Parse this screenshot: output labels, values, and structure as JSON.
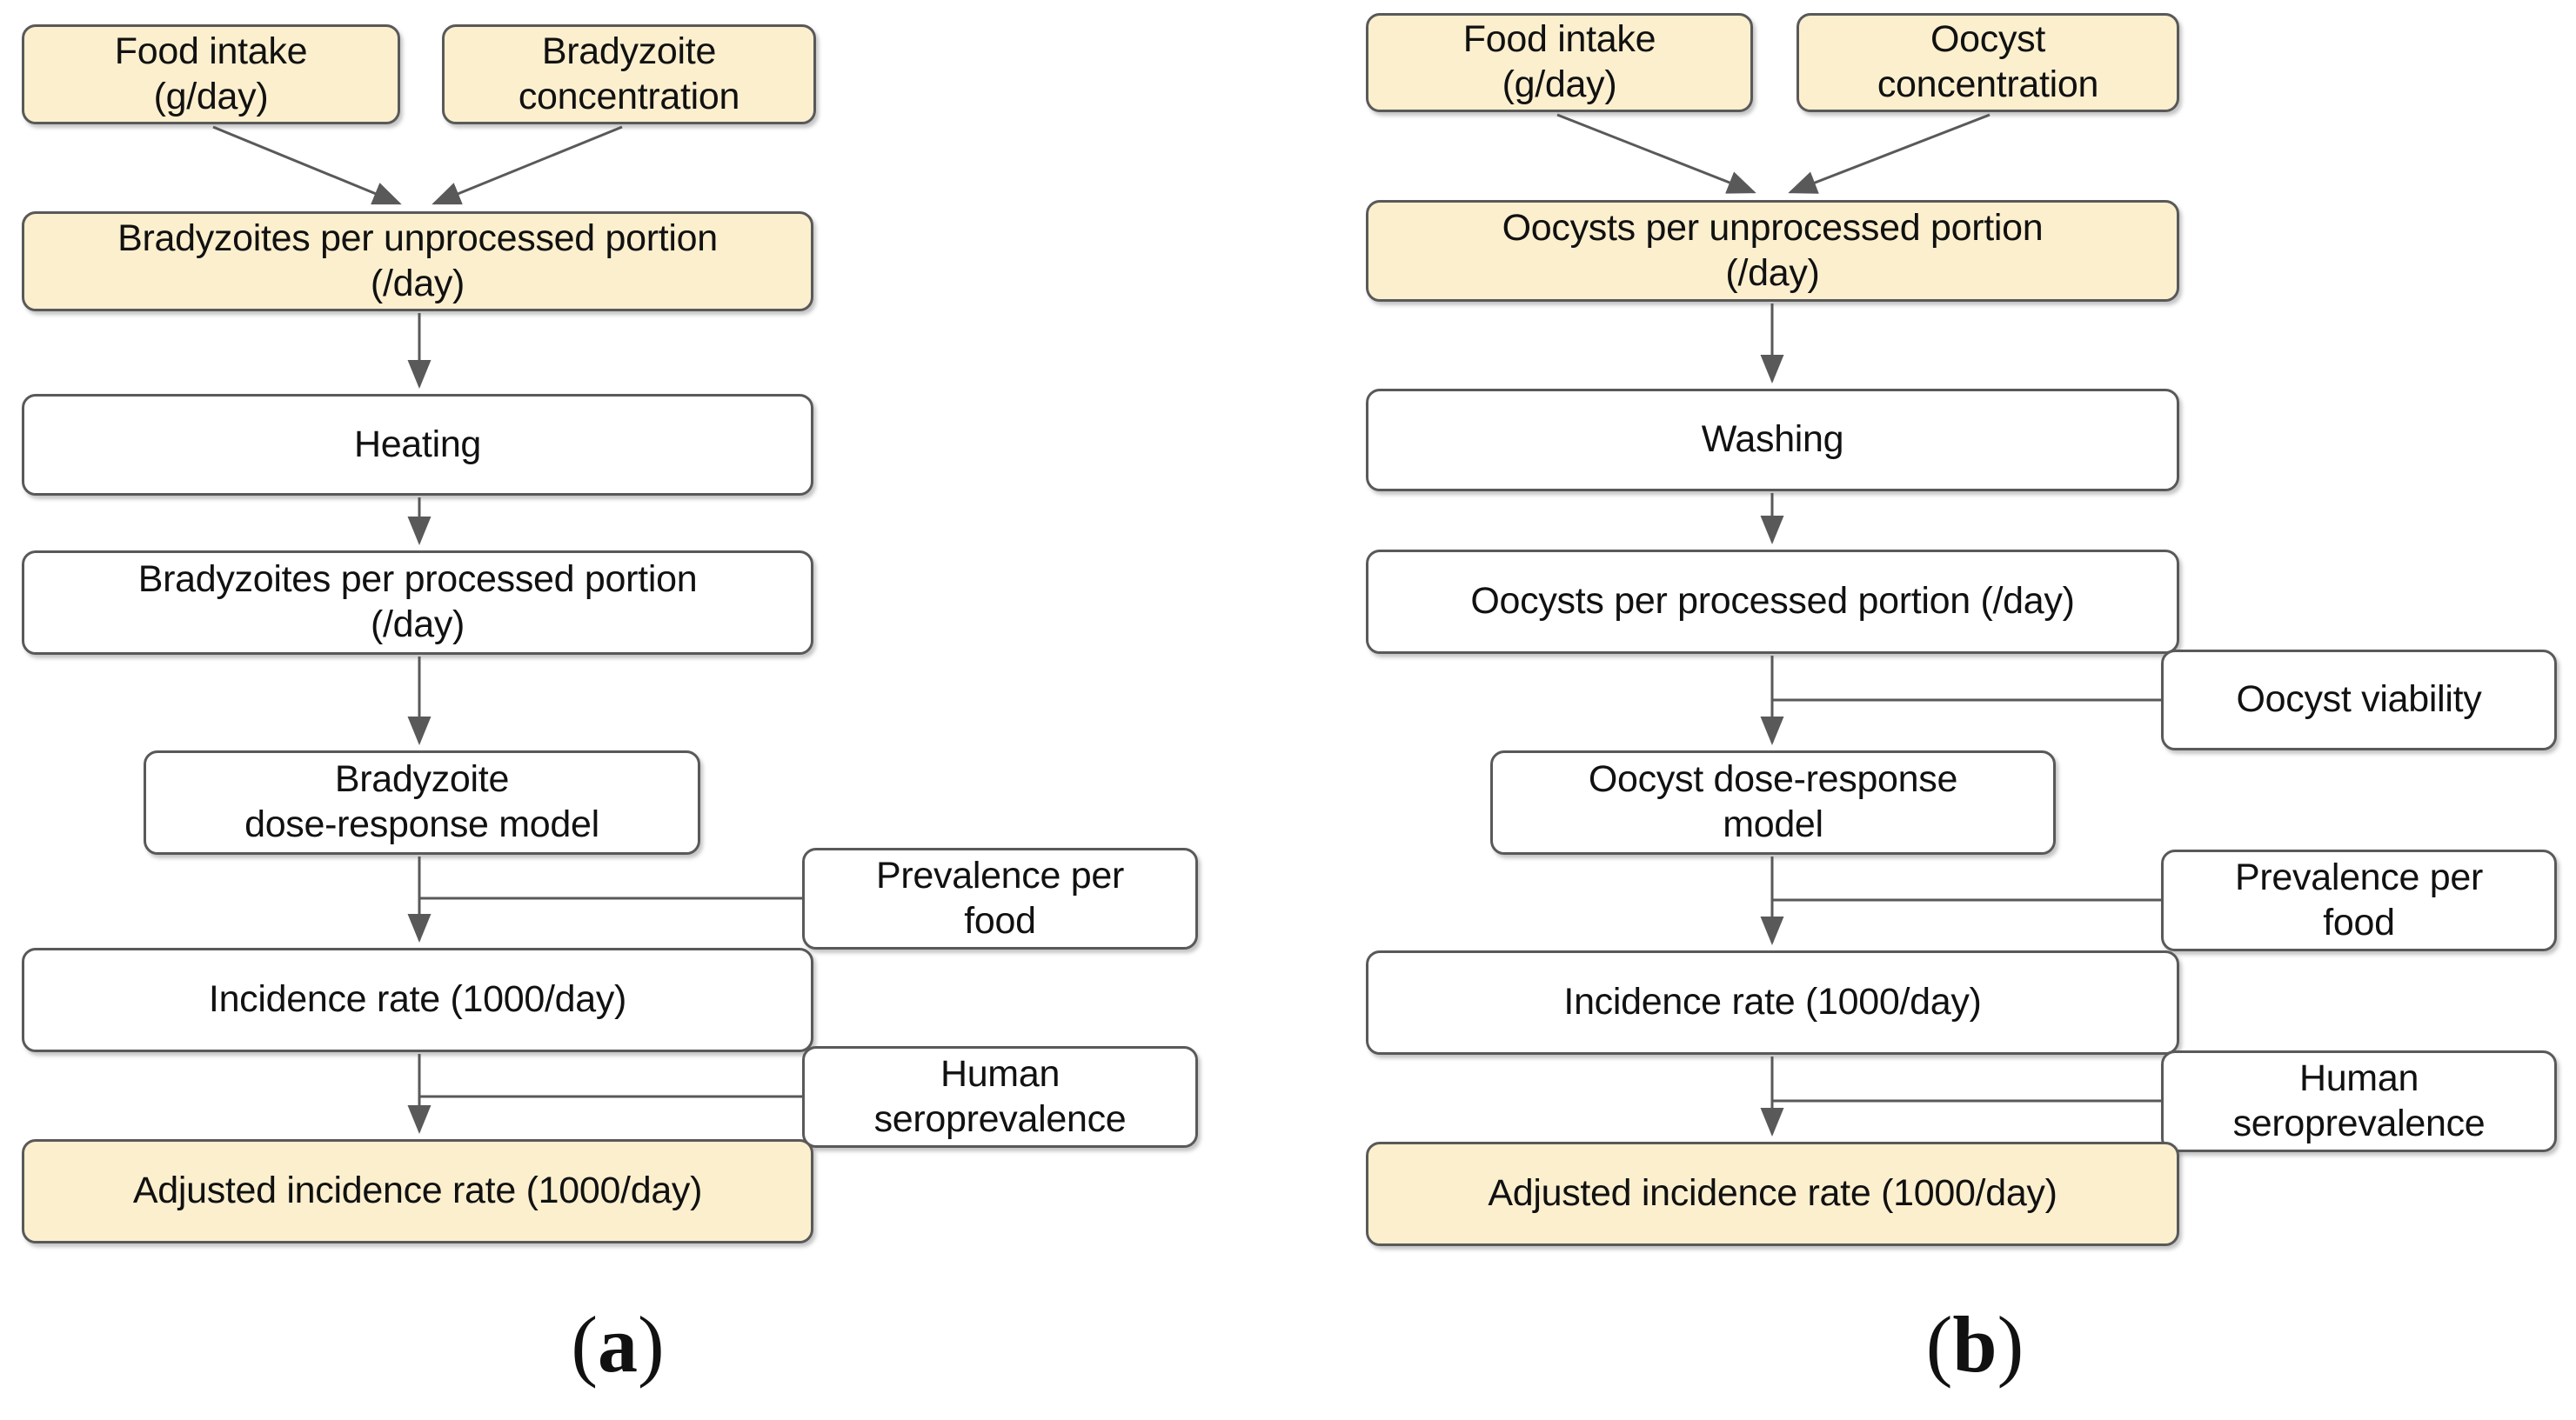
{
  "figure_type": "flowchart-pair",
  "colors": {
    "highlight_fill": "#fbefce",
    "default_fill": "#ffffff",
    "border": "#595959",
    "arrow": "#595959",
    "text": "#111111",
    "background": "#ffffff"
  },
  "diagrams": [
    {
      "id": "a",
      "label": {
        "open": "(",
        "letter": "a",
        "close": ")"
      },
      "nodes": {
        "food_intake": {
          "label": "Food intake\n(g/day)",
          "highlighted": true
        },
        "concentration": {
          "label": "Bradyzoite\nconcentration",
          "highlighted": true
        },
        "unprocessed": {
          "label": "Bradyzoites per unprocessed portion\n(/day)",
          "highlighted": true
        },
        "treatment": {
          "label": "Heating",
          "highlighted": false
        },
        "processed": {
          "label": "Bradyzoites per processed portion\n(/day)",
          "highlighted": false
        },
        "dose_response": {
          "label": "Bradyzoite\ndose-response model",
          "highlighted": false
        },
        "prevalence": {
          "label": "Prevalence per\nfood",
          "highlighted": false
        },
        "incidence": {
          "label": "Incidence rate (1000/day)",
          "highlighted": false
        },
        "seroprevalence": {
          "label": "Human\nseroprevalence",
          "highlighted": false
        },
        "adjusted": {
          "label": "Adjusted incidence rate (1000/day)",
          "highlighted": true
        }
      }
    },
    {
      "id": "b",
      "label": {
        "open": "(",
        "letter": "b",
        "close": ")"
      },
      "nodes": {
        "food_intake": {
          "label": "Food intake\n(g/day)",
          "highlighted": true
        },
        "concentration": {
          "label": "Oocyst\nconcentration",
          "highlighted": true
        },
        "unprocessed": {
          "label": "Oocysts per unprocessed portion\n(/day)",
          "highlighted": true
        },
        "treatment": {
          "label": "Washing",
          "highlighted": false
        },
        "processed": {
          "label": "Oocysts per processed portion (/day)",
          "highlighted": false
        },
        "viability": {
          "label": "Oocyst viability",
          "highlighted": false
        },
        "dose_response": {
          "label": "Oocyst dose-response\nmodel",
          "highlighted": false
        },
        "prevalence": {
          "label": "Prevalence per\nfood",
          "highlighted": false
        },
        "incidence": {
          "label": "Incidence rate (1000/day)",
          "highlighted": false
        },
        "seroprevalence": {
          "label": "Human\nseroprevalence",
          "highlighted": false
        },
        "adjusted": {
          "label": "Adjusted incidence rate (1000/day)",
          "highlighted": true
        }
      }
    }
  ]
}
